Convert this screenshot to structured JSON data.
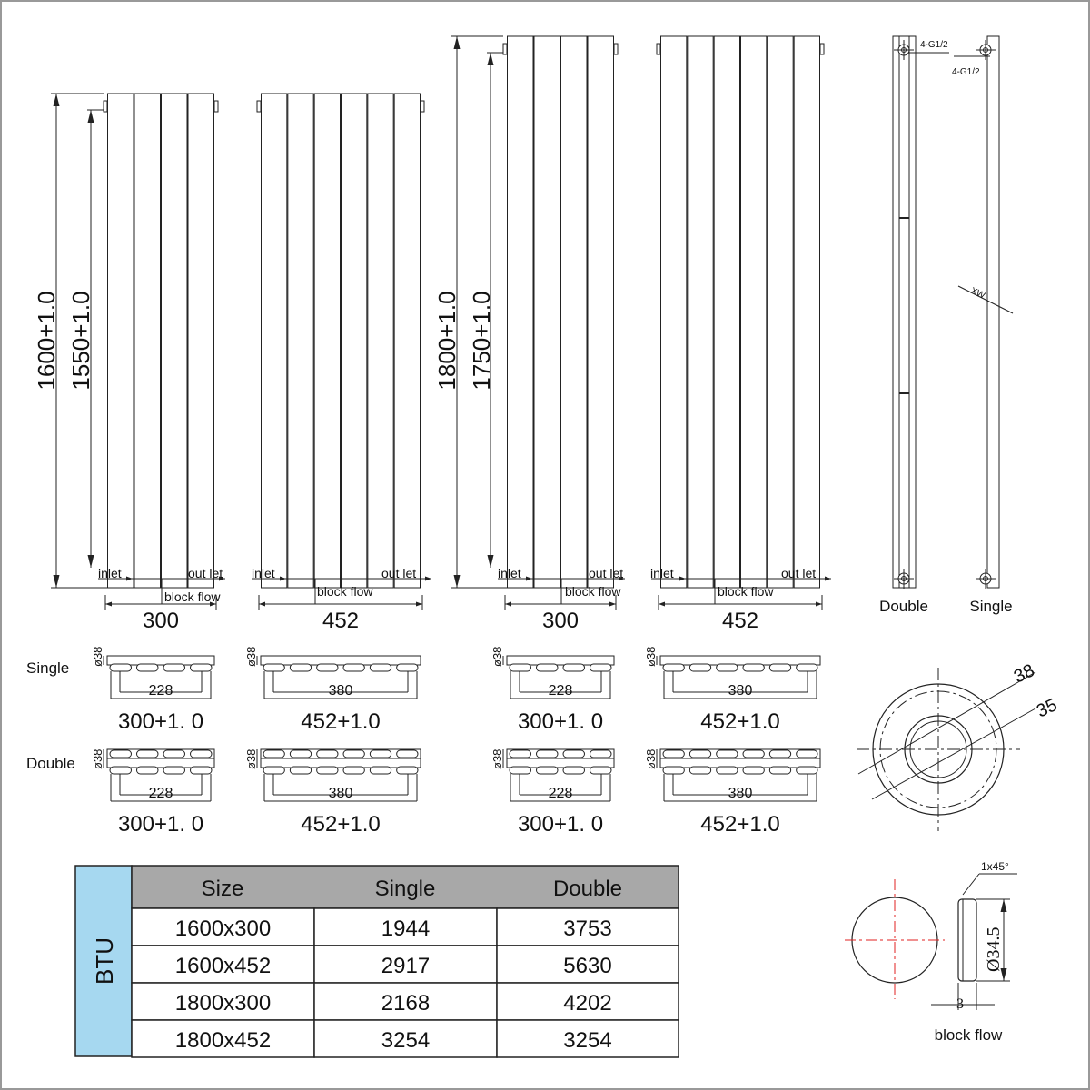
{
  "front_views": [
    {
      "height_label": "1600+1.0",
      "inner_label": "1550+1.0",
      "width_label": "300",
      "inlet": "inlet",
      "outlet": "out let",
      "block_flow": "block flow"
    },
    {
      "width_label": "452",
      "inlet": "inlet",
      "outlet": "out let",
      "block_flow": "block flow"
    },
    {
      "height_label": "1800+1.0",
      "inner_label": "1750+1.0",
      "width_label": "300",
      "inlet": "inlet",
      "outlet": "out let",
      "block_flow": "block flow"
    },
    {
      "width_label": "452",
      "inlet": "inlet",
      "outlet": "out let",
      "block_flow": "block flow"
    }
  ],
  "side_views": {
    "double_label": "Double",
    "single_label": "Single",
    "thread_double": "4-G1/2",
    "thread_single": "4-G1/2",
    "bracket_label": "XW"
  },
  "sections": {
    "single_label": "Single",
    "double_label": "Double",
    "depth_label": "ø38",
    "items": [
      {
        "inner": "228",
        "width": "300+1. 0"
      },
      {
        "inner": "380",
        "width": "452+1.0"
      },
      {
        "inner": "228",
        "width": "300+1. 0"
      },
      {
        "inner": "380",
        "width": "452+1.0"
      }
    ]
  },
  "pipe_cover": {
    "outer_label": "38",
    "inner_label": "35"
  },
  "block_flow_detail": {
    "chamfer": "1x45°",
    "diameter": "Ø34.5",
    "thickness": "3",
    "caption": "block flow"
  },
  "btu_table": {
    "side_label": "BTU",
    "headers": [
      "Size",
      "Single",
      "Double"
    ],
    "rows": [
      [
        "1600x300",
        "1944",
        "3753"
      ],
      [
        "1600x452",
        "2917",
        "5630"
      ],
      [
        "1800x300",
        "2168",
        "4202"
      ],
      [
        "1800x452",
        "3254",
        "3254"
      ]
    ]
  },
  "colors": {
    "btu_cell": "#a6d8f0",
    "header": "#a8a8a8",
    "centerline": "#e02020"
  }
}
